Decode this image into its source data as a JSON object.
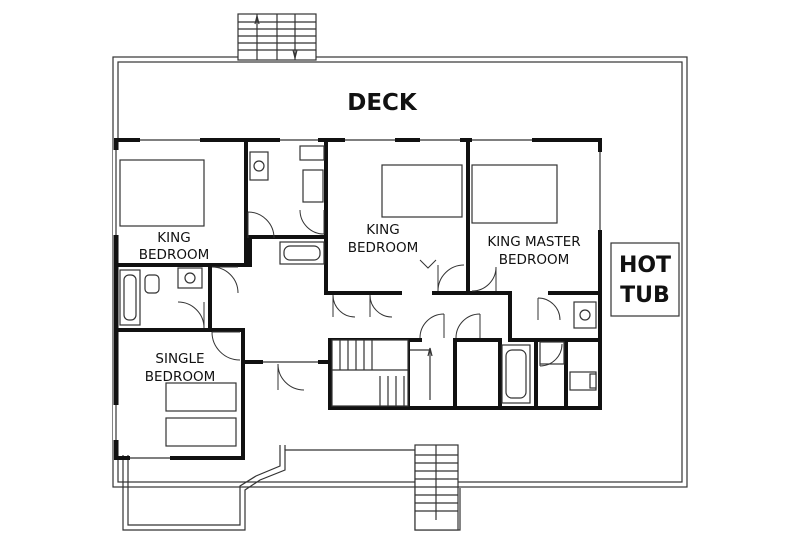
{
  "labels": {
    "deck": "DECK",
    "room_king_1_line1": "KING",
    "room_king_1_line2": "BEDROOM",
    "room_king_2_line1": "KING",
    "room_king_2_line2": "BEDROOM",
    "room_master_line1": "KING MASTER",
    "room_master_line2": "BEDROOM",
    "room_single_line1": "SINGLE",
    "room_single_line2": "BEDROOM",
    "hot_tub_line1": "HOT",
    "hot_tub_line2": "TUB"
  }
}
